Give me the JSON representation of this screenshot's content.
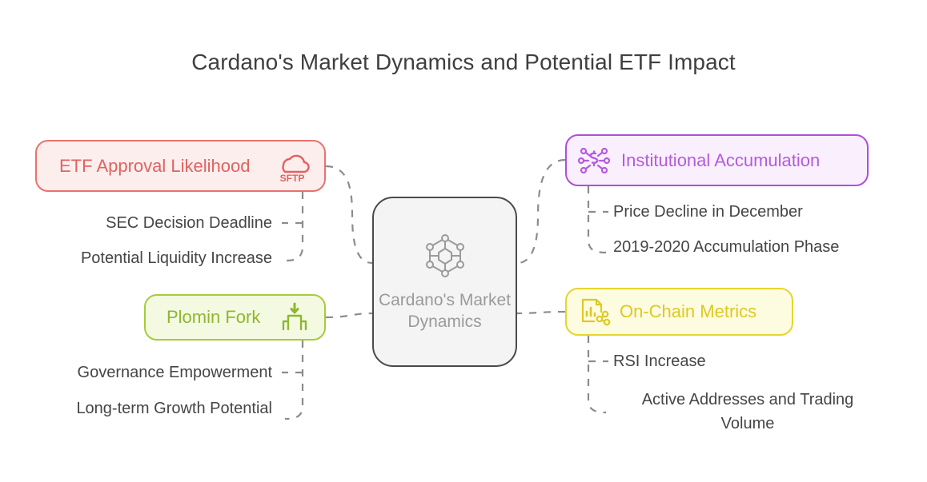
{
  "title": "Cardano's Market Dynamics and Potential ETF Impact",
  "center": {
    "label": "Cardano's Market Dynamics",
    "icon": "blockchain-hexagon-network-icon",
    "fill": "#f4f4f4",
    "border": "#4a4a4a",
    "text_color": "#9a9a9a"
  },
  "branches": [
    {
      "id": "etf",
      "label": "ETF Approval Likelihood",
      "icon": "cloud-sftp-icon",
      "icon_text": "SFTP",
      "accent": "#e0635f",
      "border": "#e8726e",
      "fill": "#fdeeee",
      "side": "left",
      "children": [
        {
          "label": "SEC Decision Deadline"
        },
        {
          "label": "Potential Liquidity Increase"
        }
      ]
    },
    {
      "id": "plomin",
      "label": "Plomin Fork",
      "icon": "fork-merge-download-icon",
      "accent": "#8fb72e",
      "border": "#a6cb3c",
      "fill": "#f4fae2",
      "side": "left",
      "children": [
        {
          "label": "Governance Empowerment"
        },
        {
          "label": "Long-term Growth Potential"
        }
      ]
    },
    {
      "id": "institutional",
      "label": "Institutional Accumulation",
      "icon": "money-network-nodes-icon",
      "accent": "#b45ae0",
      "border": "#b14ddb",
      "fill": "#faf0fd",
      "side": "right",
      "children": [
        {
          "label": "Price Decline in December"
        },
        {
          "label": "2019-2020 Accumulation Phase"
        }
      ]
    },
    {
      "id": "onchain",
      "label": "On-Chain Metrics",
      "icon": "document-chart-share-icon",
      "accent": "#ddc922",
      "border": "#e6d52e",
      "fill": "#fdfbe0",
      "side": "right",
      "children": [
        {
          "label": "RSI Increase"
        },
        {
          "label": "Active Addresses and Trading Volume"
        }
      ]
    }
  ],
  "connector_color": "#8c8c8c"
}
